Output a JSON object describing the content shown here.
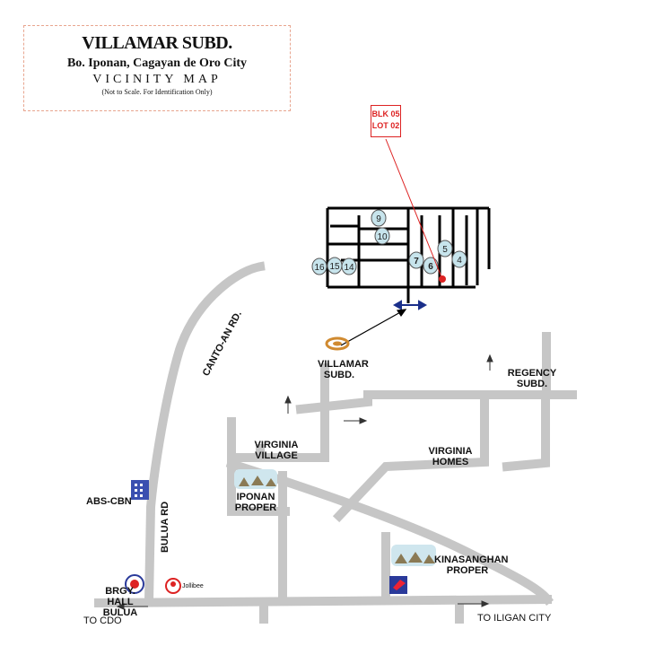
{
  "header": {
    "title": "VILLAMAR SUBD.",
    "location": "Bo. Iponan,  Cagayan de Oro City",
    "map_type": "VICINITY MAP",
    "note": "(Not to Scale. For Identification Only)"
  },
  "marker": {
    "line1": "BLK 05",
    "line2": "LOT 02"
  },
  "lots": [
    "9",
    "10",
    "16",
    "15",
    "14",
    "7",
    "6",
    "5",
    "4"
  ],
  "labels": {
    "canto_an": "CANTO-AN RD.",
    "villamar": "VILLAMAR SUBD.",
    "regency": "REGENCY SUBD.",
    "virginia_village": "VIRGINIA VILLAGE",
    "virginia_homes": "VIRGINIA HOMES",
    "iponan_proper": "IPONAN PROPER",
    "kinasanghan": "KINASANGHAN PROPER",
    "abs_cbn": "ABS-CBN",
    "bulua_rd": "BULUA RD",
    "brgy_hall": "BRGY. HALL BULUA",
    "jollibee": "Jollibee",
    "to_cdo": "TO CDO",
    "to_iligan": "TO ILIGAN CITY"
  },
  "colors": {
    "road": "#c6c6c6",
    "block_line": "#000000",
    "lot_circle": "#c7e4ec",
    "marker": "#dd2222",
    "title_border": "#e8a58f"
  },
  "icons": [
    "landmark-target-icon",
    "building-icon",
    "house-cluster-icon",
    "jollibee-icon",
    "petron-icon",
    "brgy-hall-icon"
  ]
}
